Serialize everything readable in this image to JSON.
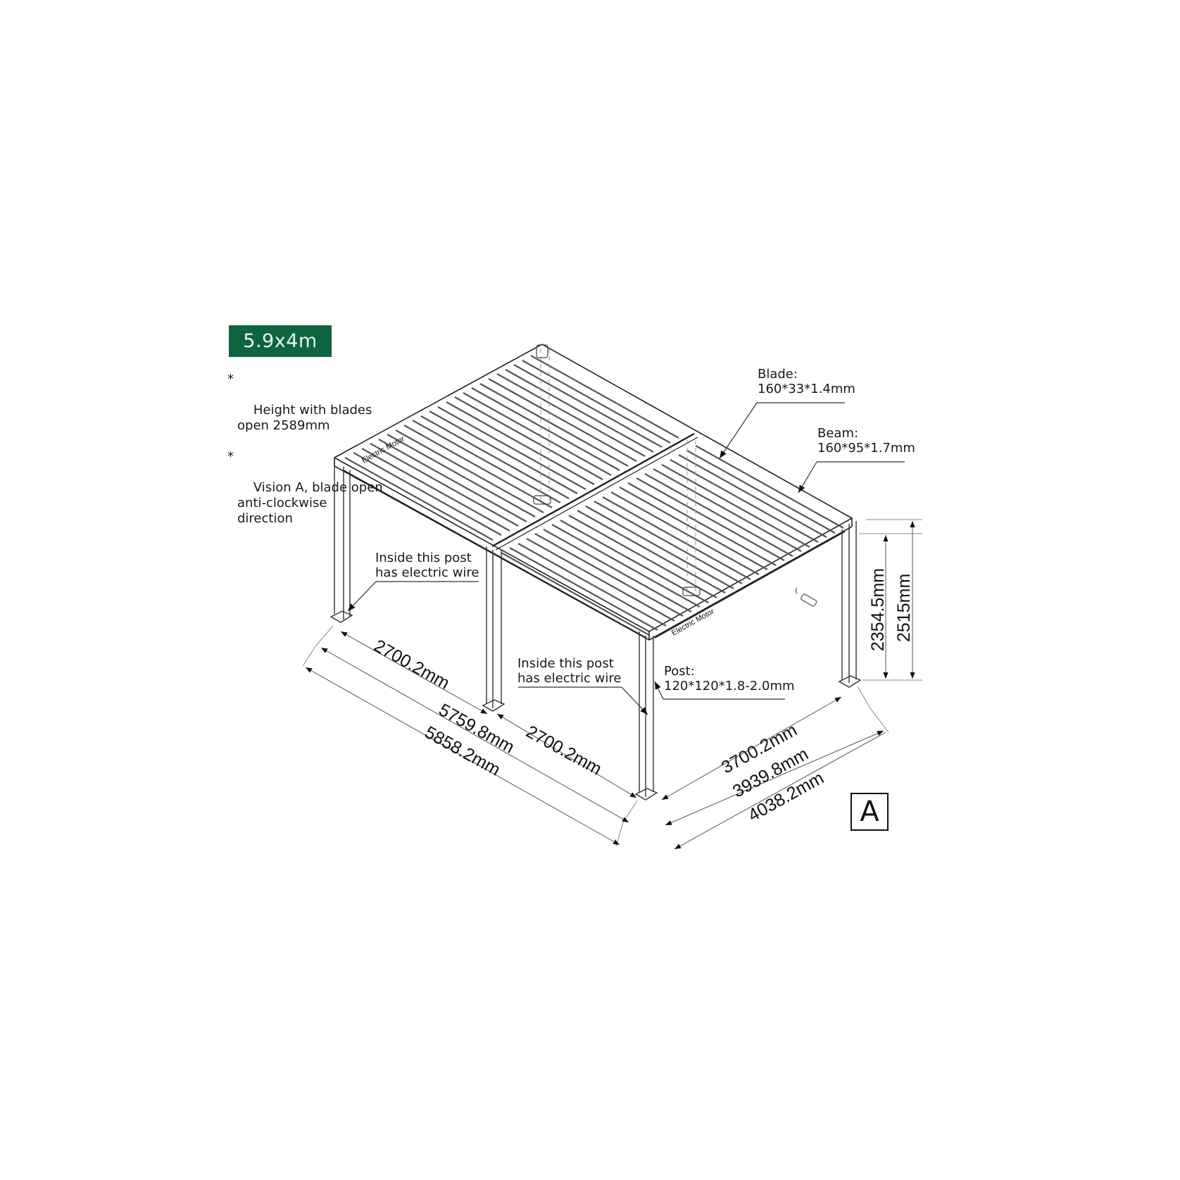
{
  "badge": {
    "label": "5.9x4m",
    "color": "#0f6440"
  },
  "notes": [
    {
      "star": "*",
      "text": "Height with blades\nopen 2589mm"
    },
    {
      "star": "*",
      "text": "Vision A, blade open\nanti-clockwise\ndirection"
    }
  ],
  "callouts": {
    "blade": {
      "title": "Blade:",
      "spec": "160*33*1.4mm"
    },
    "beam": {
      "title": "Beam:",
      "spec": "160*95*1.7mm"
    },
    "post": {
      "title": "Post:",
      "spec": "120*120*1.8-2.0mm"
    },
    "wire_left": {
      "line1": "Inside this post",
      "line2": "has electric wire"
    },
    "wire_front": {
      "line1": "Inside this post",
      "line2": "has electric wire"
    }
  },
  "motor_labels": {
    "left": "Electric Motor",
    "front": "Electric Motor"
  },
  "dimensions": {
    "length_span_1": "2700.2mm",
    "length_span_2": "2700.2mm",
    "length_inner": "5759.8mm",
    "length_outer": "5858.2mm",
    "width_span": "3700.2mm",
    "width_inner": "3939.8mm",
    "width_outer": "4038.2mm",
    "height_beam": "2354.5mm",
    "height_total": "2515mm"
  },
  "vision_box": {
    "label": "A"
  }
}
